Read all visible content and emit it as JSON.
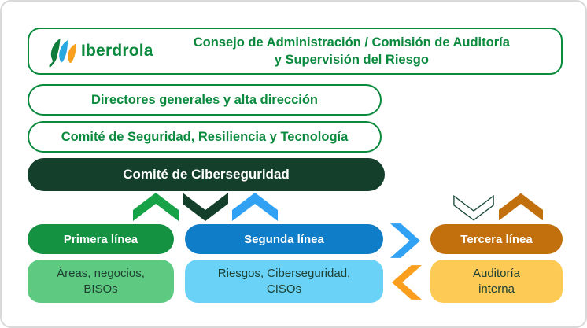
{
  "header": {
    "logo_text": "Iberdrola",
    "title_line1": "Consejo de Administración / Comisión de Auditoría",
    "title_line2": "y Supervisión del Riesgo"
  },
  "levels": {
    "directors": "Directores generales y alta dirección",
    "security_committee": "Comité de Seguridad, Resiliencia y Tecnología",
    "cyber_committee": "Comité de Ciberseguridad"
  },
  "lines_of_defense": {
    "first": {
      "label": "Primera línea",
      "detail_line1": "Áreas, negocios,",
      "detail_line2": "BISOs"
    },
    "second": {
      "label": "Segunda línea",
      "detail_line1": "Riesgos, Ciberseguridad,",
      "detail_line2": "CISOs"
    },
    "third": {
      "label": "Tercera línea",
      "detail_line1": "Auditoría",
      "detail_line2": "interna"
    }
  },
  "icons": {
    "iberdrola_tree_icon": "three-leaf tree glyph (green/blue/orange)",
    "chevron_up_green": "solid up chevron",
    "chevron_down_dark": "solid down chevron",
    "chevron_up_blue": "solid up chevron",
    "chevron_down_outline": "outlined down chevron",
    "chevron_up_orange": "solid up chevron",
    "chevron_right_blue": "solid right chevron",
    "chevron_left_orange": "solid left chevron"
  },
  "colors": {
    "green": "#0b8a3e",
    "dark_green": "#143f2b",
    "green_pill": "#149141",
    "blue_pill": "#0f7dc8",
    "orange_pill": "#c26f0e",
    "green_soft": "#5ec980",
    "blue_soft": "#69d2f6",
    "yellow_soft": "#fdca55",
    "detail_text": "#1d4033",
    "chev_green": "#18a248",
    "chev_dark": "#143f2b",
    "chev_blue": "#31a1f4",
    "chev_orange_up": "#c26f0e",
    "chev_orange_left": "#f99e1d",
    "logo_leaf_green": "#0e7c3a",
    "logo_leaf_blue": "#29a8e0",
    "logo_leaf_orange": "#f6a01e"
  }
}
